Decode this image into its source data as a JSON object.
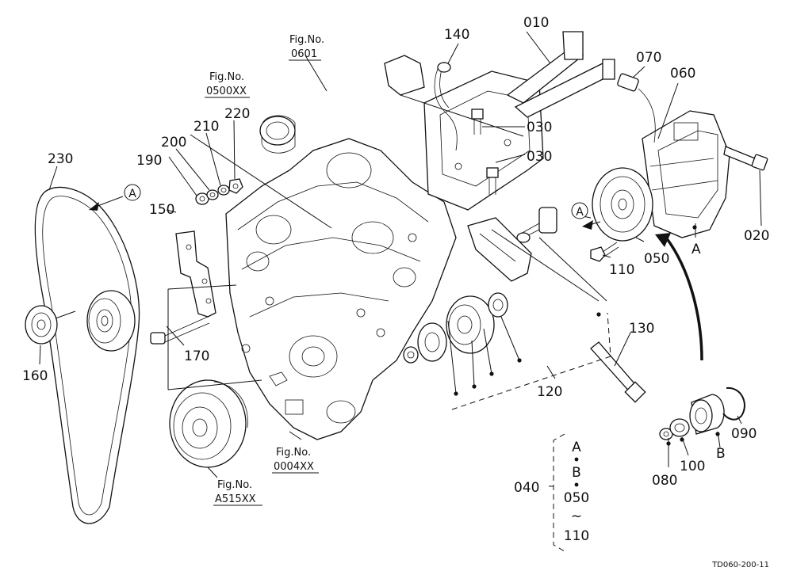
{
  "diagram": {
    "reference_code": "TD060-200-11",
    "part_labels": {
      "p010": "010",
      "p020": "020",
      "p030a": "030",
      "p030b": "030",
      "p040": "040",
      "p050": "050",
      "p060": "060",
      "p070": "070",
      "p080": "080",
      "p090": "090",
      "p100": "100",
      "p110": "110",
      "p120": "120",
      "p130": "130",
      "p140": "140",
      "p150": "150",
      "p160": "160",
      "p170": "170",
      "p190": "190",
      "p200": "200",
      "p210": "210",
      "p220": "220",
      "p230": "230"
    },
    "view_markers": {
      "a_left": "A",
      "a_right": "A",
      "a_comp": "A",
      "b_clutch": "B"
    },
    "fig_refs": [
      {
        "caption": "Fig.No.",
        "number": "0601"
      },
      {
        "caption": "Fig.No.",
        "number": "0500XX"
      },
      {
        "caption": "Fig.No.",
        "number": "0004XX"
      },
      {
        "caption": "Fig.No.",
        "number": "A515XX"
      }
    ],
    "range_note": {
      "l1": "A",
      "l2": "B",
      "l3": "050",
      "l4": "~",
      "l5": "110"
    }
  }
}
